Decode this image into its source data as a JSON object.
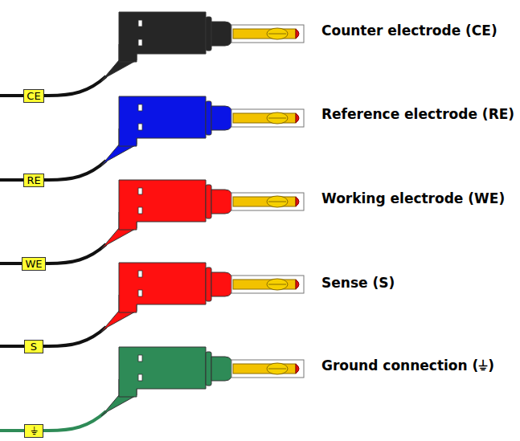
{
  "diagram": {
    "nodes": [
      {
        "text": [
          "CE"
        ]
      },
      {
        "text": [
          "RE"
        ]
      },
      {
        "text": [
          "WE"
        ]
      },
      {
        "text": [
          "S"
        ]
      },
      {
        "text": [
          "⏚"
        ]
      }
    ],
    "labels": [
      "Counter electrode (CE)",
      "Reference electrode (RE)",
      "Working electrode (WE)",
      "Sense (S)",
      "Ground connection (⏚)"
    ]
  }
}
